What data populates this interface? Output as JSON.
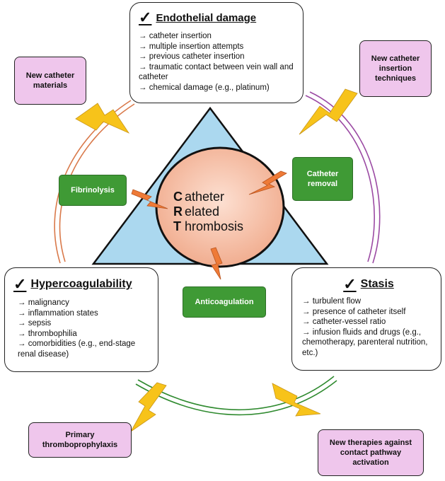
{
  "diagram": {
    "center": {
      "line1": {
        "initial": "C",
        "rest": "atheter"
      },
      "line2": {
        "initial": "R",
        "rest": "elated"
      },
      "line3": {
        "initial": "T",
        "rest": "hrombosis"
      }
    },
    "endothelial": {
      "title": "Endothelial damage",
      "items": [
        "catheter insertion",
        "multiple insertion attempts",
        "previous catheter insertion",
        "traumatic contact between vein wall and catheter",
        "chemical damage (e.g., platinum)"
      ]
    },
    "hypercoagulability": {
      "title": "Hypercoagulability",
      "items": [
        "malignancy",
        "inflammation states",
        "sepsis",
        "thrombophilia",
        "comorbidities (e.g., end-stage renal disease)"
      ]
    },
    "stasis": {
      "title": "Stasis",
      "items": [
        "turbulent flow",
        "presence of catheter itself",
        "catheter-vessel ratio",
        "infusion fluids and drugs (e.g., chemotherapy, parenteral nutrition, etc.)"
      ]
    },
    "treatments": {
      "fibrinolysis": "Fibrinolysis",
      "catheter_removal": "Catheter removal",
      "anticoagulation": "Anticoagulation"
    },
    "innovations": {
      "new_materials": "New catheter materials",
      "new_techniques": "New catheter insertion techniques",
      "primary_prophylaxis": "Primary thromboprophylaxis",
      "new_therapies": "New therapies against contact pathway activation"
    },
    "colors": {
      "triangle": "#abd8ef",
      "circle": "#f5c2aa",
      "pink_box": "#efc6ec",
      "green_box": "#3f9a35",
      "lightning_yellow": "#f7c31a",
      "lightning_orange": "#ee7a37",
      "arc_orange": "#d9794a",
      "arc_purple": "#9b4aa3",
      "arc_green": "#2f8a2f"
    }
  }
}
